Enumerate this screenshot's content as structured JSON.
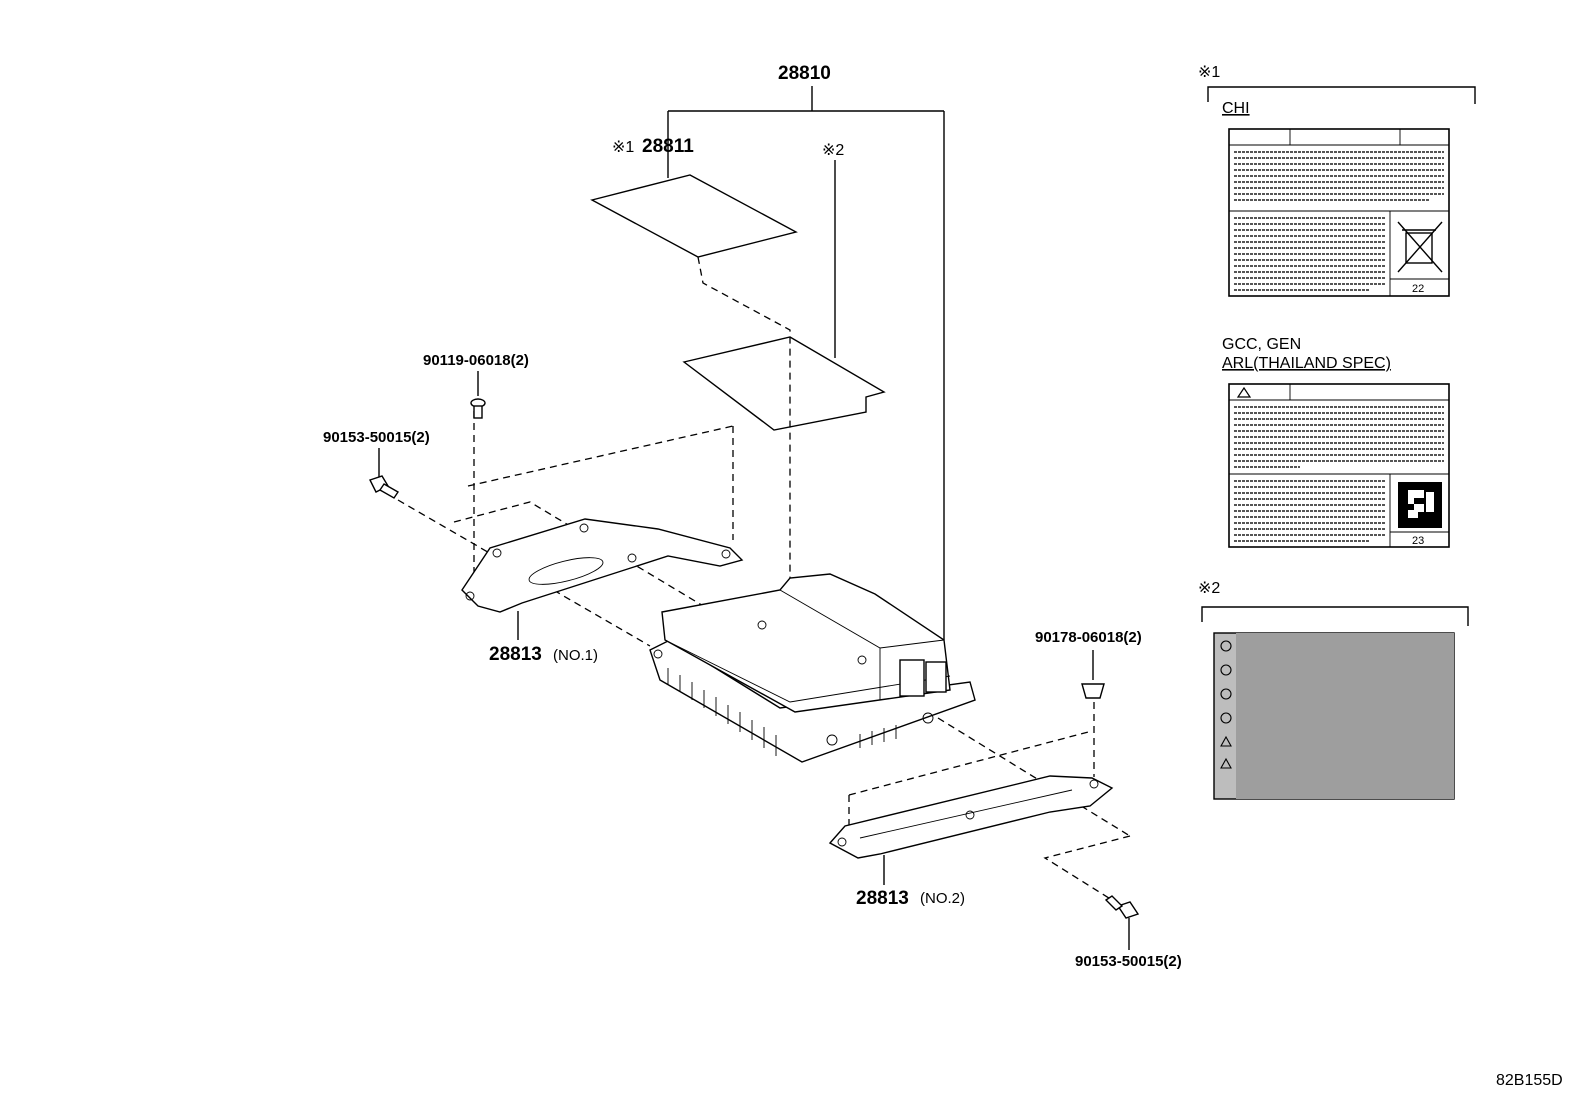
{
  "diagram": {
    "main_assembly": {
      "number": "28810"
    },
    "label_sheet": {
      "mark": "※1",
      "number": "28811"
    },
    "note_mark_2": "※2",
    "bolt_top": "90119-06018(2)",
    "bolt_left": "90153-50015(2)",
    "bracket_no1": {
      "number": "28813",
      "suffix": "(NO.1)"
    },
    "bracket_no2": {
      "number": "28813",
      "suffix": "(NO.2)"
    },
    "nut_right": "90178-06018(2)",
    "bolt_bottom": "90153-50015(2)",
    "figure_code": "82B155D"
  },
  "legend": {
    "group1": {
      "mark": "※1",
      "variant_a": {
        "label": "CHI",
        "page": "22"
      },
      "variant_b": {
        "label_line1": "GCC, GEN",
        "label_line2": "ARL(THAILAND SPEC)",
        "page": "23"
      }
    },
    "group2": {
      "mark": "※2"
    }
  },
  "icons": [
    "recycle-bin-crossed-icon",
    "recycle-loop-icon",
    "warning-triangle-icon"
  ]
}
